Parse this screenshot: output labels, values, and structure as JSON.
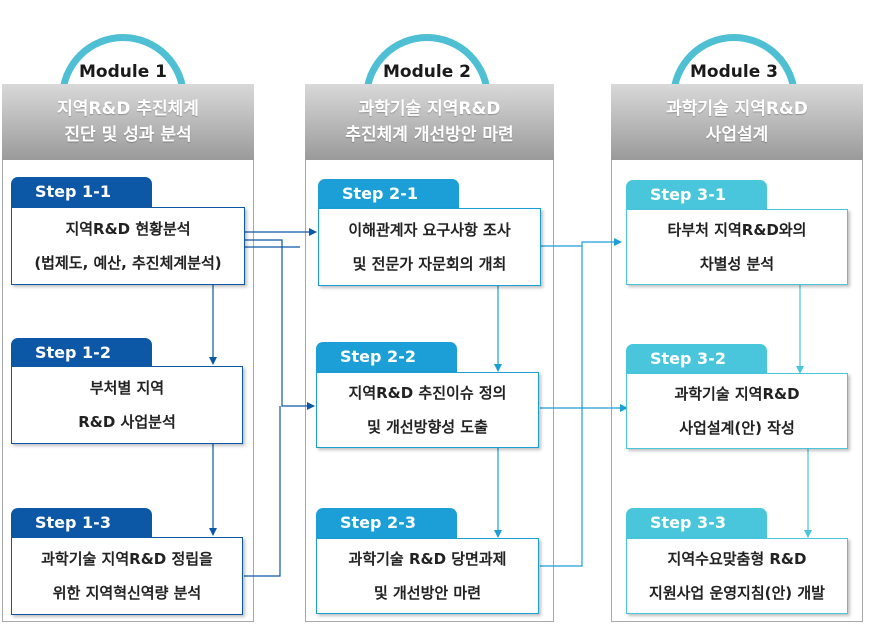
{
  "modules": [
    {
      "label": "Module 1",
      "title_line1": "지역R&D 추진체계",
      "title_line2": "진단 및 성과 분석"
    },
    {
      "label": "Module 2",
      "title_line1": "과학기술 지역R&D",
      "title_line2": "추진체계 개선방안 마련"
    },
    {
      "label": "Module 3",
      "title_line1": "과학기술 지역R&D",
      "title_line2": "사업설계"
    }
  ],
  "steps": {
    "s1_1": {
      "label": "Step 1-1",
      "line1": "지역R&D 현황분석",
      "line2": "(법제도, 예산, 추진체계분석)"
    },
    "s1_2": {
      "label": "Step 1-2",
      "line1": "부처별 지역",
      "line2": "R&D 사업분석"
    },
    "s1_3": {
      "label": "Step 1-3",
      "line1": "과학기술 지역R&D 정립을",
      "line2": "위한 지역혁신역량 분석"
    },
    "s2_1": {
      "label": "Step 2-1",
      "line1": "이해관계자 요구사항 조사",
      "line2": "및 전문가 자문회의 개최"
    },
    "s2_2": {
      "label": "Step 2-2",
      "line1": "지역R&D  추진이슈 정의",
      "line2": "및 개선방향성 도출"
    },
    "s2_3": {
      "label": "Step 2-3",
      "line1": "과학기술 R&D 당면과제",
      "line2": "및 개선방안 마련"
    },
    "s3_1": {
      "label": "Step 3-1",
      "line1": "타부처 지역R&D와의",
      "line2": "차별성 분석"
    },
    "s3_2": {
      "label": "Step 3-2",
      "line1": "과학기술 지역R&D",
      "line2": "사업설계(안) 작성"
    },
    "s3_3": {
      "label": "Step 3-3",
      "line1": "지역수요맞춤형 R&D",
      "line2": "지원사업 운영지침(안) 개발"
    }
  },
  "colors": {
    "module_ring": "#4fc0d4",
    "step_dark": "#0d58a6",
    "step_mid": "#1b9fd6",
    "step_light": "#49c6dc",
    "header_gray": "#9a9a9a"
  }
}
